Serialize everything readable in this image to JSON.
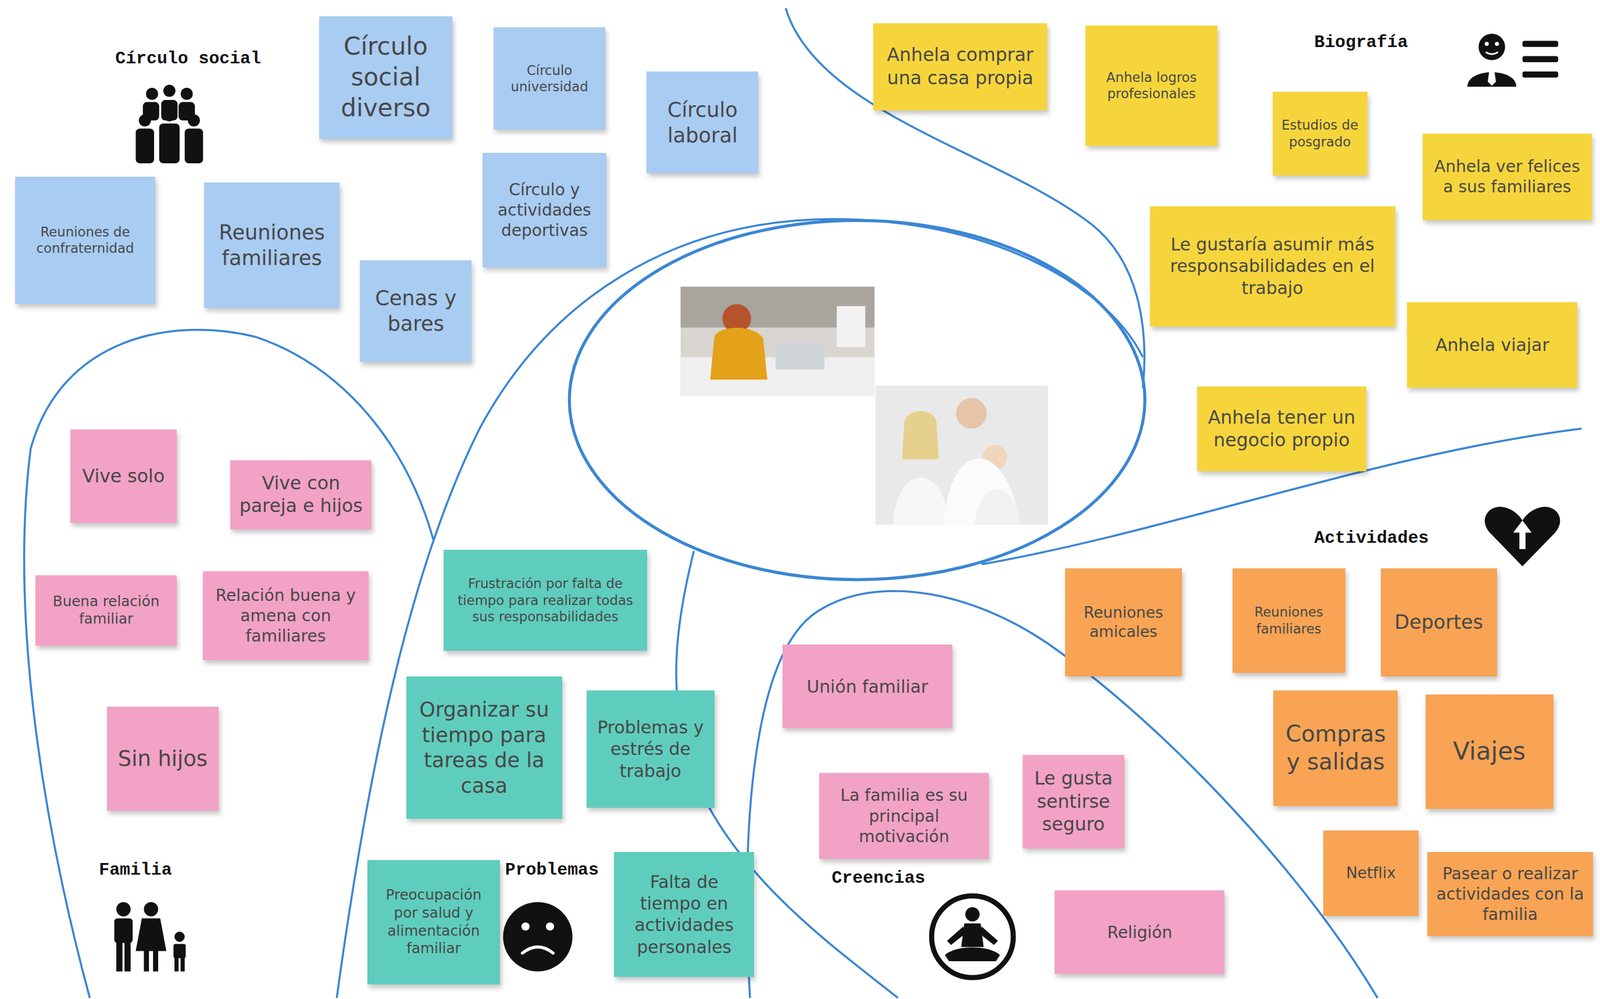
{
  "diagram": {
    "nodes": [
      {
        "text": [
          "Círculo social diverso"
        ]
      },
      {
        "text": [
          "Círculo universidad"
        ]
      },
      {
        "text": [
          "Círculo laboral"
        ]
      },
      {
        "text": [
          "Círculo y actividades deportivas"
        ]
      },
      {
        "text": [
          "Reuniones de confraternidad"
        ]
      },
      {
        "text": [
          "Reuniones familiares"
        ]
      },
      {
        "text": [
          "Cenas y bares"
        ]
      },
      {
        "text": [
          "Anhela comprar una casa propia"
        ]
      },
      {
        "text": [
          "Anhela logros profesionales"
        ]
      },
      {
        "text": [
          "Estudios de posgrado"
        ]
      },
      {
        "text": [
          "Anhela ver felices a sus familiares"
        ]
      },
      {
        "text": [
          "Le gustaría asumir más responsabilidades en el trabajo"
        ]
      },
      {
        "text": [
          "Anhela viajar"
        ]
      },
      {
        "text": [
          "Anhela tener un negocio propio"
        ]
      },
      {
        "text": [
          "Vive solo"
        ]
      },
      {
        "text": [
          "Vive con pareja e hijos"
        ]
      },
      {
        "text": [
          "Buena relación familiar"
        ]
      },
      {
        "text": [
          "Relación buena y amena con familiares"
        ]
      },
      {
        "text": [
          "Sin hijos"
        ]
      },
      {
        "text": [
          "Frustración por falta de tiempo para realizar todas sus responsabilidades"
        ]
      },
      {
        "text": [
          "Organizar su tiempo para tareas de la casa"
        ]
      },
      {
        "text": [
          "Problemas y estrés de trabajo"
        ]
      },
      {
        "text": [
          "Preocupación por salud y alimentación familiar"
        ]
      },
      {
        "text": [
          "Falta de tiempo en actividades personales"
        ]
      },
      {
        "text": [
          "Reuniones amicales"
        ]
      },
      {
        "text": [
          "Reuniones familiares"
        ]
      },
      {
        "text": [
          "Deportes"
        ]
      },
      {
        "text": [
          "Compras y salidas"
        ]
      },
      {
        "text": [
          "Viajes"
        ]
      },
      {
        "text": [
          "Netflix"
        ]
      },
      {
        "text": [
          "Pasear o realizar actividades con la familia"
        ]
      },
      {
        "text": [
          "Unión familiar"
        ]
      },
      {
        "text": [
          "La familia es su principal motivación"
        ]
      },
      {
        "text": [
          "Le gusta sentirse seguro"
        ]
      },
      {
        "text": [
          "Religión"
        ]
      }
    ],
    "labels": [
      "Círculo social",
      "Biografía",
      "Actividades",
      "Familia",
      "Problemas",
      "Creencias"
    ]
  }
}
